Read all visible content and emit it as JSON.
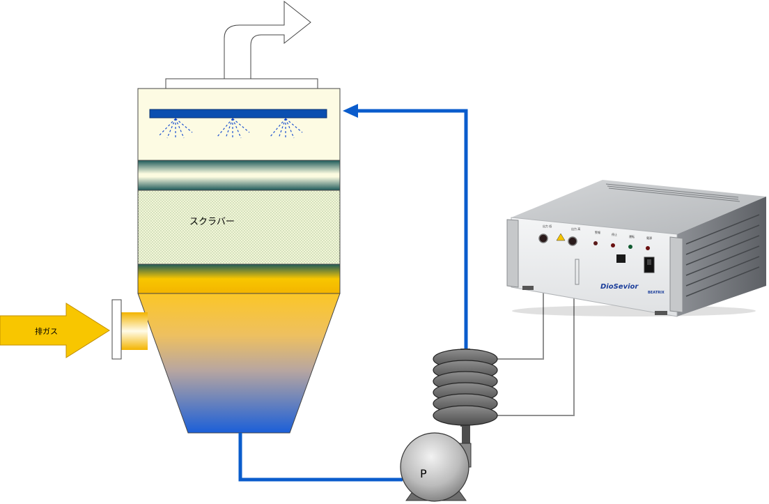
{
  "labels": {
    "scrubber": "スクラバー",
    "exhaust_gas": "排ガス",
    "pump": "P"
  },
  "device": {
    "brand_name": "DioSevior",
    "maker_name": "BEATRIX",
    "panel_labels": [
      "出力 低",
      "出力 高",
      "警報",
      "停止",
      "運転",
      "電源"
    ]
  },
  "colors": {
    "pipe": "#0a5ccc",
    "arrow_in": "#f8c600",
    "spray_bar": "#0b4fb0",
    "cable": "#909090"
  },
  "icons": {
    "outlet_arrow": "up-right-outlet-arrow-icon",
    "warning": "warning-triangle-icon"
  }
}
